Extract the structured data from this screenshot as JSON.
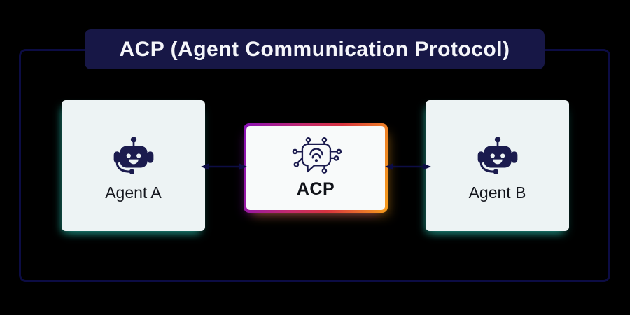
{
  "title": {
    "text": "ACP (Agent Communication Protocol)"
  },
  "nodes": {
    "agent_a": {
      "label": "Agent A",
      "icon": "robot-chatbot-icon"
    },
    "acp": {
      "label": "ACP",
      "icon": "chat-bubble-wifi-circuit-icon"
    },
    "agent_b": {
      "label": "Agent B",
      "icon": "robot-chatbot-icon"
    }
  },
  "connections": [
    {
      "from": "Agent A",
      "to": "ACP",
      "style": "double-headed-arrow"
    },
    {
      "from": "ACP",
      "to": "Agent B",
      "style": "double-headed-arrow"
    }
  ],
  "colors": {
    "background": "#000000",
    "frame_border": "#0c0c44",
    "banner_bg": "#171746",
    "banner_text": "#f5f6fa",
    "agent_box_bg": "#edf3f4",
    "acp_box_bg": "#f8fafa",
    "icon_navy": "#1b1b4e",
    "arrow_navy": "#0d0d45",
    "text_dark": "#14161d",
    "gradient_start": "#8812b6",
    "gradient_mid": "#d8333f",
    "gradient_end": "#f59d1c",
    "glow_teal": "#2dd4bf"
  }
}
